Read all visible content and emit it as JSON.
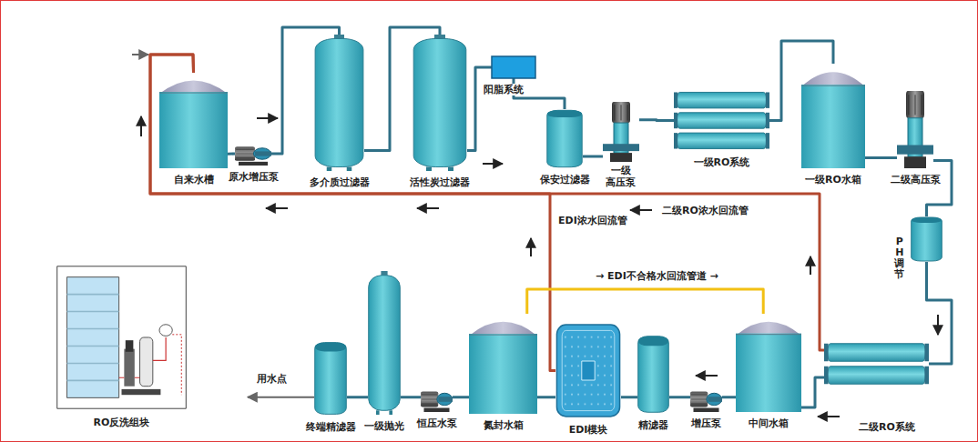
{
  "diagram": {
    "nodes": [
      {
        "text": [
          "自来水槽"
        ]
      },
      {
        "text": [
          "原水增压泵"
        ]
      },
      {
        "text": [
          "多介质过滤器"
        ]
      },
      {
        "text": [
          "活性炭过滤器"
        ]
      },
      {
        "text": [
          "阳脂系统"
        ]
      },
      {
        "text": [
          "保安过滤器"
        ]
      },
      {
        "text": [
          "一级 高压泵"
        ]
      },
      {
        "text": [
          "一级RO系统"
        ]
      },
      {
        "text": [
          "一级RO水箱"
        ]
      },
      {
        "text": [
          "二级高压泵"
        ]
      },
      {
        "text": [
          "PH调节"
        ]
      },
      {
        "text": [
          "二级RO系统"
        ]
      },
      {
        "text": [
          "中间水箱"
        ]
      },
      {
        "text": [
          "增压泵"
        ]
      },
      {
        "text": [
          "精滤器"
        ]
      },
      {
        "text": [
          "EDI模块"
        ]
      },
      {
        "text": [
          "氮封水箱"
        ]
      },
      {
        "text": [
          "恒压水泵"
        ]
      },
      {
        "text": [
          "一级抛光"
        ]
      },
      {
        "text": [
          "终端精滤器"
        ]
      },
      {
        "text": [
          "RO反洗组块"
        ]
      }
    ],
    "edges": [
      {
        "from": 0,
        "to": 1,
        "arrow": "none"
      },
      {
        "from": 1,
        "to": 2,
        "arrow": "none"
      },
      {
        "from": 2,
        "to": 3,
        "arrow": "none"
      },
      {
        "from": 3,
        "to": 4,
        "arrow": "none"
      },
      {
        "from": 4,
        "to": 5,
        "arrow": "none"
      },
      {
        "from": 5,
        "to": 6,
        "arrow": "none"
      },
      {
        "from": 6,
        "to": 7,
        "arrow": "none"
      },
      {
        "from": 7,
        "to": 8,
        "arrow": "none"
      },
      {
        "from": 8,
        "to": 9,
        "arrow": "none"
      },
      {
        "from": 9,
        "to": 10,
        "arrow": "none"
      },
      {
        "from": 10,
        "to": 11,
        "arrow": "none"
      },
      {
        "from": 11,
        "to": 12,
        "arrow": "none"
      },
      {
        "from": 11,
        "to": 0,
        "label": "二级RO浓水回流管",
        "arrow": "none"
      },
      {
        "from": 12,
        "to": 13,
        "arrow": "none"
      },
      {
        "from": 13,
        "to": 14,
        "arrow": "none"
      },
      {
        "from": 14,
        "to": 15,
        "arrow": "none"
      },
      {
        "from": 15,
        "to": 16,
        "arrow": "none"
      },
      {
        "from": 15,
        "to": 0,
        "label": "EDI浓水回流管",
        "arrow": "none"
      },
      {
        "from": 16,
        "to": 12,
        "label": "→ EDI不合格水回流管道 →",
        "arrow": "none"
      },
      {
        "from": 16,
        "to": 17,
        "arrow": "none"
      },
      {
        "from": 17,
        "to": 18,
        "arrow": "none"
      },
      {
        "from": 18,
        "to": 19,
        "arrow": "none"
      }
    ],
    "labels": [
      "用水点"
    ]
  }
}
